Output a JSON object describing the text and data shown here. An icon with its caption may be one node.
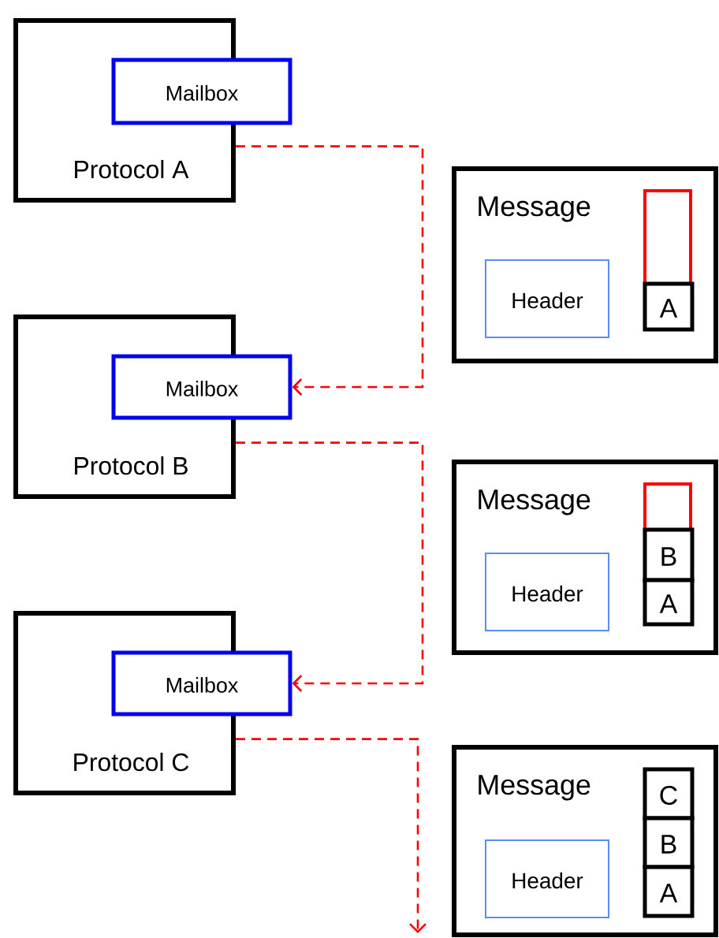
{
  "diagram": {
    "nodes": [
      {
        "text": [
          "Protocol A"
        ]
      },
      {
        "text": [
          "Mailbox"
        ]
      },
      {
        "text": [
          "Protocol B"
        ]
      },
      {
        "text": [
          "Mailbox"
        ]
      },
      {
        "text": [
          "Protocol C"
        ]
      },
      {
        "text": [
          "Mailbox"
        ]
      },
      {
        "text": [
          "Message"
        ]
      },
      {
        "text": [
          "Header"
        ],
        "in": 6
      },
      {
        "text": [],
        "shape": "box",
        "in": 6
      },
      {
        "text": [
          "A"
        ],
        "in": 6
      },
      {
        "text": [
          "Message"
        ]
      },
      {
        "text": [
          "Header"
        ],
        "in": 10
      },
      {
        "text": [],
        "shape": "box",
        "in": 10
      },
      {
        "text": [
          "B"
        ],
        "in": 10
      },
      {
        "text": [
          "A"
        ],
        "in": 10
      },
      {
        "text": [
          "Message"
        ]
      },
      {
        "text": [
          "Header"
        ],
        "in": 15
      },
      {
        "text": [
          "C"
        ],
        "in": 15
      },
      {
        "text": [
          "B"
        ],
        "in": 15
      },
      {
        "text": [
          "A"
        ],
        "in": 15
      }
    ],
    "edges": [
      {
        "from": 0,
        "to": 3,
        "arrow": "to",
        "style": "dashed",
        "color": "#ff0000"
      },
      {
        "from": 2,
        "to": 5,
        "arrow": "to",
        "style": "dashed",
        "color": "#ff0000"
      },
      {
        "from": 4,
        "to": null,
        "arrow": "to",
        "style": "dashed",
        "color": "#ff0000"
      }
    ]
  }
}
